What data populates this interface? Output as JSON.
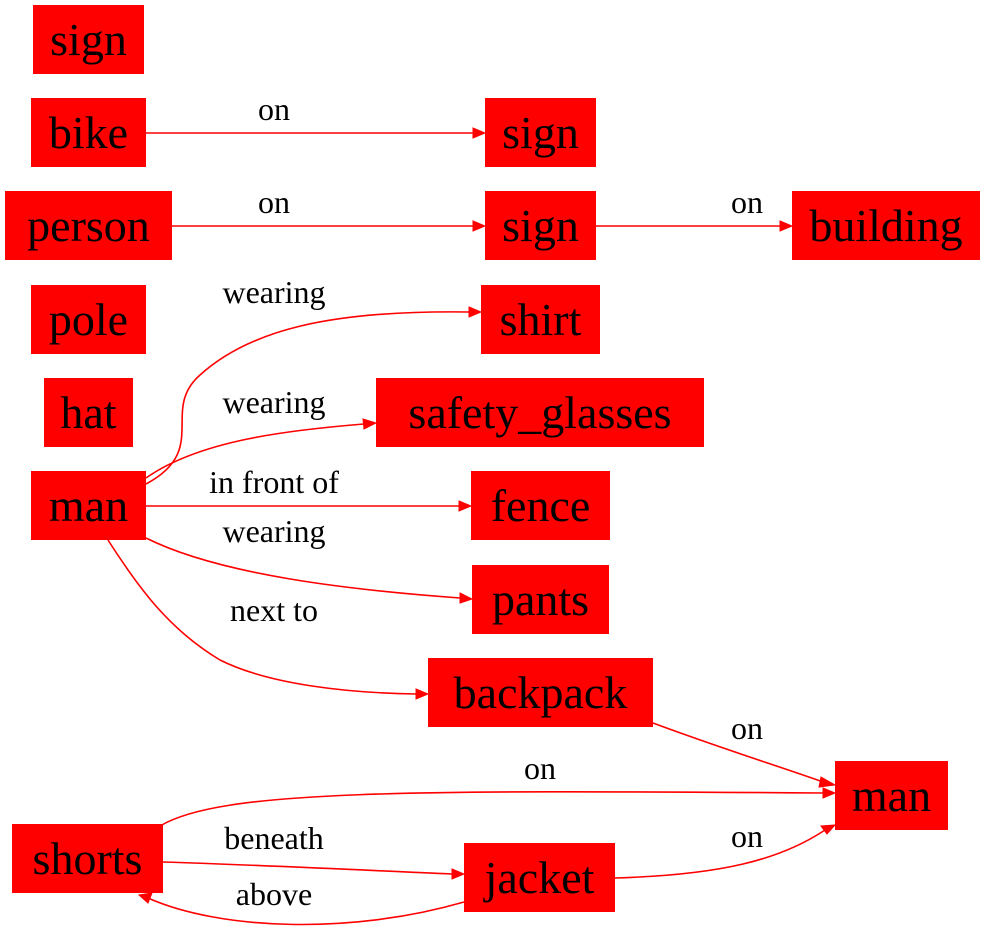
{
  "diagram": {
    "nodes": [
      {
        "id": "n_sign1",
        "label": "sign"
      },
      {
        "id": "n_bike",
        "label": "bike"
      },
      {
        "id": "n_sign2",
        "label": "sign"
      },
      {
        "id": "n_person",
        "label": "person"
      },
      {
        "id": "n_sign3",
        "label": "sign"
      },
      {
        "id": "n_building",
        "label": "building"
      },
      {
        "id": "n_pole",
        "label": "pole"
      },
      {
        "id": "n_shirt",
        "label": "shirt"
      },
      {
        "id": "n_hat",
        "label": "hat"
      },
      {
        "id": "n_safety",
        "label": "safety_glasses"
      },
      {
        "id": "n_man1",
        "label": "man"
      },
      {
        "id": "n_fence",
        "label": "fence"
      },
      {
        "id": "n_pants",
        "label": "pants"
      },
      {
        "id": "n_backpack",
        "label": "backpack"
      },
      {
        "id": "n_man2",
        "label": "man"
      },
      {
        "id": "n_shorts",
        "label": "shorts"
      },
      {
        "id": "n_jacket",
        "label": "jacket"
      }
    ],
    "edges": [
      {
        "id": "e_bike_sign",
        "from": "n_bike",
        "to": "n_sign2",
        "label": "on"
      },
      {
        "id": "e_person_sign",
        "from": "n_person",
        "to": "n_sign3",
        "label": "on"
      },
      {
        "id": "e_sign_building",
        "from": "n_sign3",
        "to": "n_building",
        "label": "on"
      },
      {
        "id": "e_man_shirt",
        "from": "n_man1",
        "to": "n_shirt",
        "label": "wearing"
      },
      {
        "id": "e_man_safety",
        "from": "n_man1",
        "to": "n_safety",
        "label": "wearing"
      },
      {
        "id": "e_man_fence",
        "from": "n_man1",
        "to": "n_fence",
        "label": "in front of"
      },
      {
        "id": "e_man_pants",
        "from": "n_man1",
        "to": "n_pants",
        "label": "wearing"
      },
      {
        "id": "e_man_backpack",
        "from": "n_man1",
        "to": "n_backpack",
        "label": "next to"
      },
      {
        "id": "e_backpack_man",
        "from": "n_backpack",
        "to": "n_man2",
        "label": "on"
      },
      {
        "id": "e_shorts_man",
        "from": "n_shorts",
        "to": "n_man2",
        "label": "on"
      },
      {
        "id": "e_shorts_jacket",
        "from": "n_shorts",
        "to": "n_jacket",
        "label": "beneath"
      },
      {
        "id": "e_jacket_man",
        "from": "n_jacket",
        "to": "n_man2",
        "label": "on"
      },
      {
        "id": "e_jacket_shorts",
        "from": "n_jacket",
        "to": "n_shorts",
        "label": "above"
      }
    ],
    "colors": {
      "node_fill": "#ff0000",
      "edge": "#ff0000",
      "text": "#000000"
    }
  }
}
